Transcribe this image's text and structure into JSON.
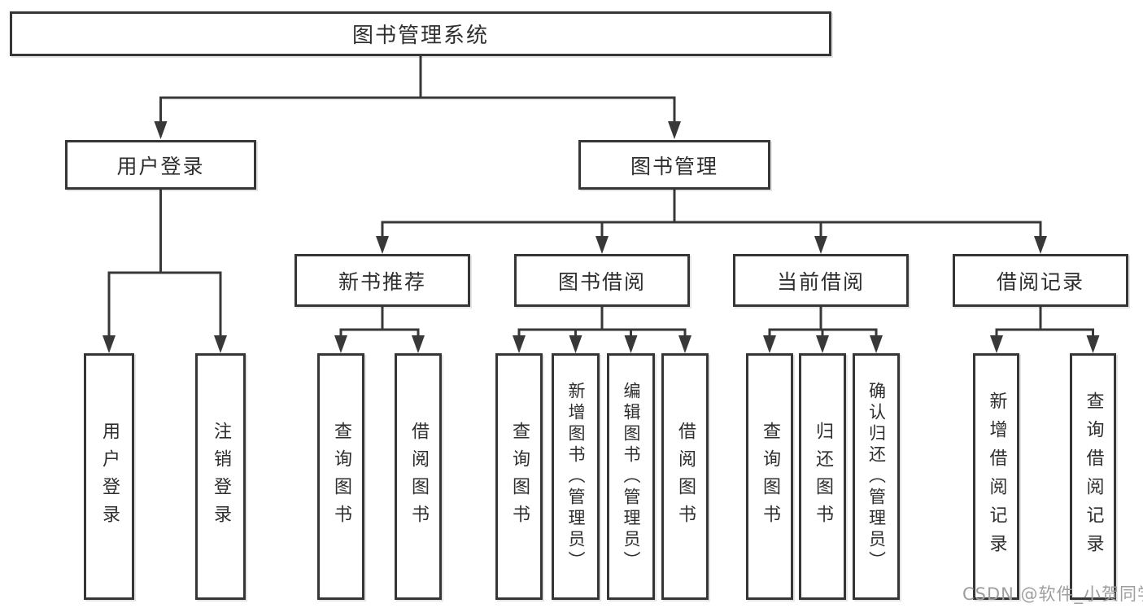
{
  "tree": {
    "root": {
      "label": "图书管理系统",
      "children": [
        {
          "label": "用户登录",
          "children": [
            {
              "label": "用户登录"
            },
            {
              "label": "注销登录"
            }
          ]
        },
        {
          "label": "图书管理",
          "children": [
            {
              "label": "新书推荐",
              "children": [
                {
                  "label": "查询图书"
                },
                {
                  "label": "借阅图书"
                }
              ]
            },
            {
              "label": "图书借阅",
              "children": [
                {
                  "label": "查询图书"
                },
                {
                  "label": "新增图书（管理员）"
                },
                {
                  "label": "编辑图书（管理员）"
                },
                {
                  "label": "借阅图书"
                }
              ]
            },
            {
              "label": "当前借阅",
              "children": [
                {
                  "label": "查询图书"
                },
                {
                  "label": "归还图书"
                },
                {
                  "label": "确认归还（管理员）"
                }
              ]
            },
            {
              "label": "借阅记录",
              "children": [
                {
                  "label": "新增借阅记录"
                },
                {
                  "label": "查询借阅记录"
                }
              ]
            }
          ]
        }
      ]
    }
  },
  "watermark": {
    "text": "CSDN @软件_小贺同学"
  },
  "colors": {
    "line": "#383838",
    "box_border": "#363636",
    "background": "#ffffff",
    "watermark_text": "#9e9e9e"
  }
}
